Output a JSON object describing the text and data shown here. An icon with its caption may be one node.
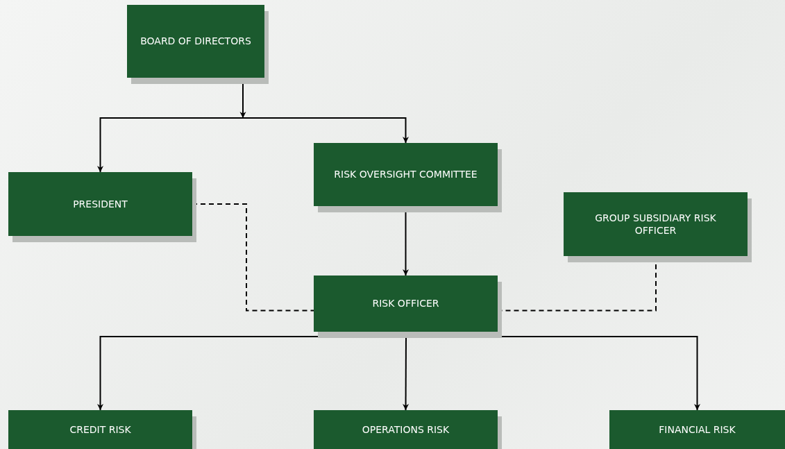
{
  "diagram": {
    "nodes": [
      {
        "text": [
          "BOARD OF DIRECTORS"
        ]
      },
      {
        "text": [
          "PRESIDENT"
        ]
      },
      {
        "text": [
          "RISK OVERSIGHT COMMITTEE"
        ]
      },
      {
        "text": [
          "GROUP SUBSIDIARY RISK OFFICER"
        ]
      },
      {
        "text": [
          "RISK OFFICER"
        ]
      },
      {
        "text": [
          "CREDIT RISK"
        ]
      },
      {
        "text": [
          "OPERATIONS RISK"
        ]
      },
      {
        "text": [
          "FINANCIAL RISK"
        ]
      }
    ],
    "edges": [
      {
        "from": 0,
        "to": 1,
        "arrow": "to"
      },
      {
        "from": 0,
        "to": 2,
        "arrow": "to"
      },
      {
        "from": 2,
        "to": 4,
        "arrow": "to"
      },
      {
        "from": 1,
        "to": 4,
        "arrow": "none",
        "style": "dashed"
      },
      {
        "from": 3,
        "to": 4,
        "arrow": "none",
        "style": "dashed"
      },
      {
        "from": 4,
        "to": 5,
        "arrow": "to"
      },
      {
        "from": 4,
        "to": 6,
        "arrow": "to"
      },
      {
        "from": 4,
        "to": 7,
        "arrow": "to"
      }
    ]
  }
}
